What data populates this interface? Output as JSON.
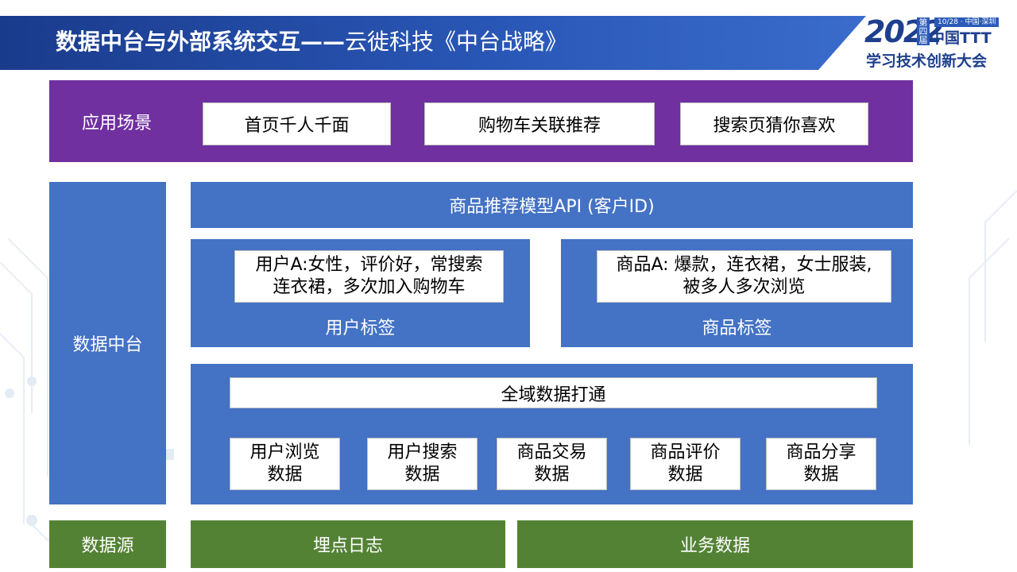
{
  "header": {
    "title_bold": "数据中台与外部系统交互——",
    "title_rest": "云徙科技《中台战略》"
  },
  "logo": {
    "year": "2022",
    "edition": "第四届",
    "date_location": "10/28 · 中国·深圳",
    "brand": "中国TTT",
    "subtitle": "学习技术创新大会"
  },
  "diagram": {
    "application_layer": {
      "label": "应用场景",
      "items": [
        "首页千人千面",
        "购物车关联推荐",
        "搜索页猜你喜欢"
      ]
    },
    "data_platform": {
      "label": "数据中台",
      "api": "商品推荐模型API (客户ID)",
      "user_tags": {
        "content_line1": "用户A:女性，评价好，常搜索",
        "content_line2": "连衣裙，多次加入购物车",
        "label": "用户标签"
      },
      "product_tags": {
        "content_line1": "商品A: 爆款，连衣裙，女士服装,",
        "content_line2": "被多人多次浏览",
        "label": "商品标签"
      },
      "integration": {
        "title": "全域数据打通",
        "items": [
          {
            "line1": "用户浏览",
            "line2": "数据"
          },
          {
            "line1": "用户搜索",
            "line2": "数据"
          },
          {
            "line1": "商品交易",
            "line2": "数据"
          },
          {
            "line1": "商品评价",
            "line2": "数据"
          },
          {
            "line1": "商品分享",
            "line2": "数据"
          }
        ]
      }
    },
    "data_source": {
      "label": "数据源",
      "items": [
        "埋点日志",
        "业务数据"
      ]
    }
  },
  "colors": {
    "title_bar": "#1a3b8c",
    "application_layer": "#7030a0",
    "data_platform": "#4472c4",
    "data_source": "#548235"
  }
}
